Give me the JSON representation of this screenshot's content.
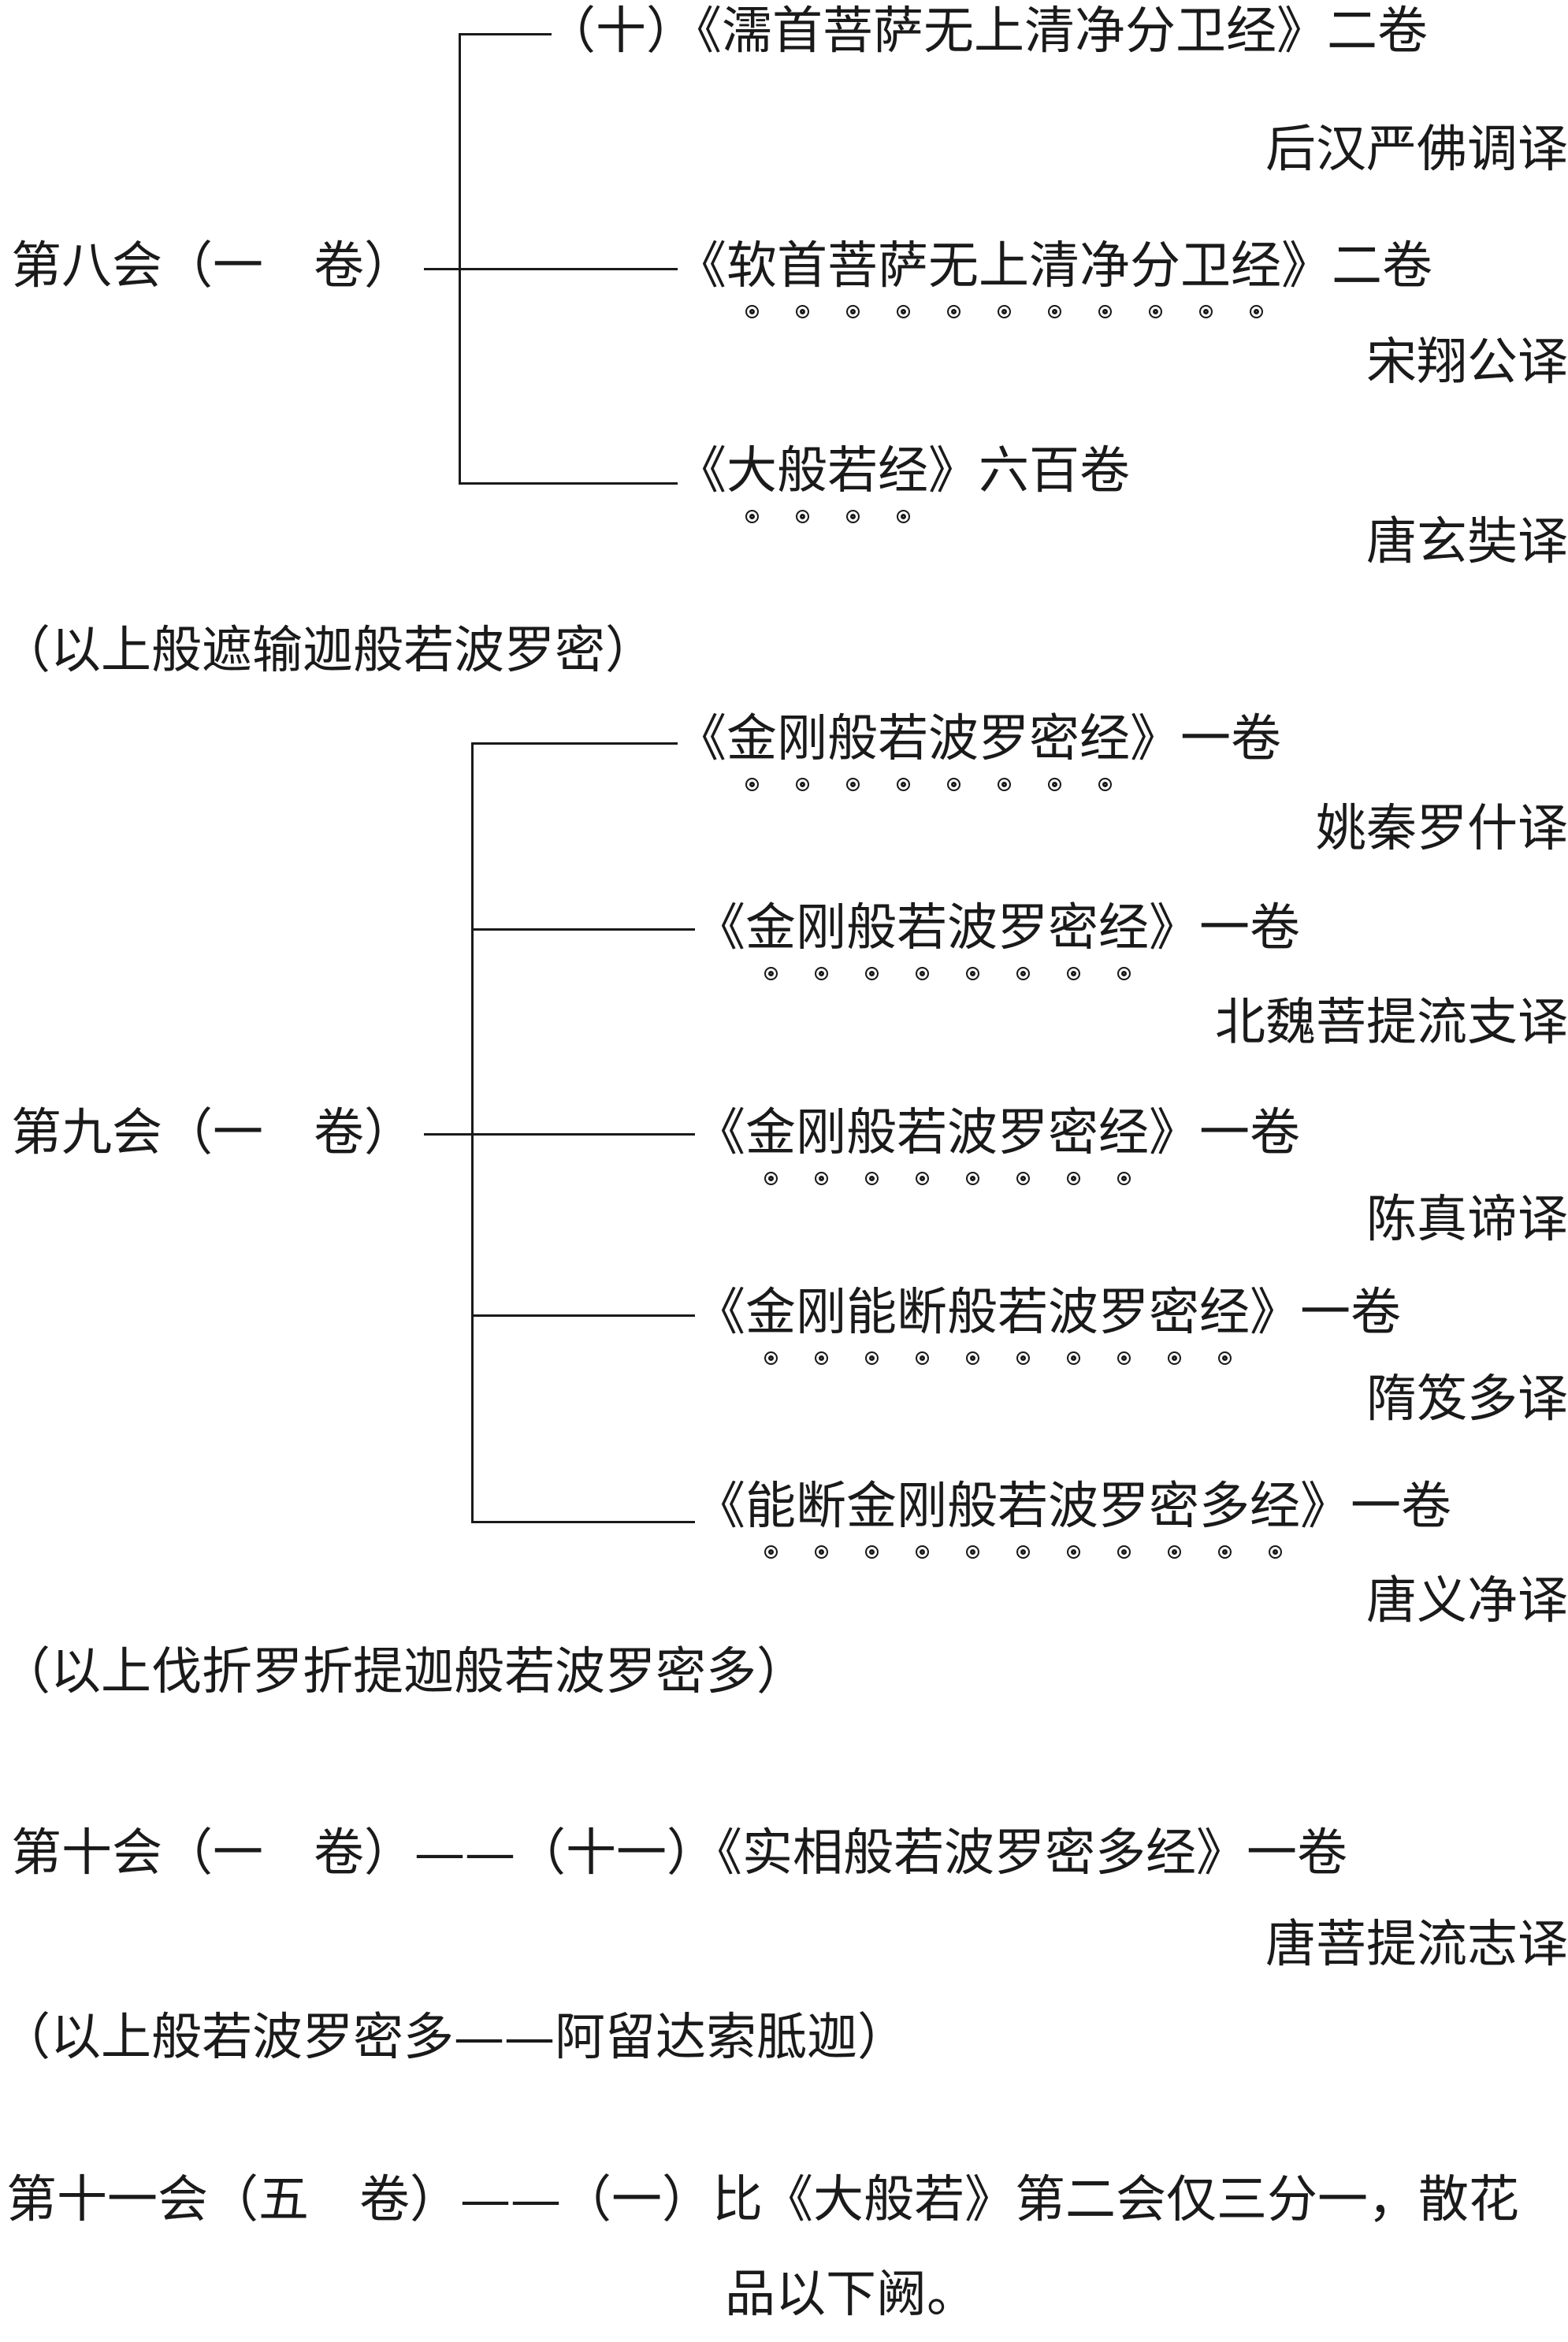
{
  "entries": [
    {
      "id": "s10-title",
      "segments": [
        {
          "t": "（十）《"
        },
        {
          "t": "濡首菩萨无上清净分卫经",
          "marked": false
        },
        {
          "t": "》二卷"
        }
      ]
    },
    {
      "id": "s10-trans",
      "segments": [
        {
          "t": "后汉严佛调译"
        }
      ]
    },
    {
      "id": "s8-head",
      "segments": [
        {
          "t": "第八会（一　卷）"
        }
      ]
    },
    {
      "id": "s8-b-title",
      "segments": [
        {
          "t": "《"
        },
        {
          "t": "软首菩萨无上清净分卫经",
          "marked": true
        },
        {
          "t": "》二卷"
        }
      ]
    },
    {
      "id": "s8-b-trans",
      "segments": [
        {
          "t": "宋翔公译"
        }
      ]
    },
    {
      "id": "s8-c-title",
      "segments": [
        {
          "t": "《"
        },
        {
          "t": "大般若经",
          "marked": true
        },
        {
          "t": "》六百卷"
        }
      ]
    },
    {
      "id": "s8-c-trans",
      "segments": [
        {
          "t": "唐玄奘译"
        }
      ]
    },
    {
      "id": "note-1",
      "segments": [
        {
          "t": "（以上般遮输迦般若波罗密）"
        }
      ]
    },
    {
      "id": "s9-a-title",
      "segments": [
        {
          "t": "《"
        },
        {
          "t": "金刚般若波罗密经",
          "marked": true
        },
        {
          "t": "》一卷"
        }
      ]
    },
    {
      "id": "s9-a-trans",
      "segments": [
        {
          "t": "姚秦罗什译"
        }
      ]
    },
    {
      "id": "s9-b-title",
      "segments": [
        {
          "t": "《"
        },
        {
          "t": "金刚般若波罗密经",
          "marked": true
        },
        {
          "t": "》一卷"
        }
      ]
    },
    {
      "id": "s9-b-trans",
      "segments": [
        {
          "t": "北魏菩提流支译"
        }
      ]
    },
    {
      "id": "s9-head",
      "segments": [
        {
          "t": "第九会（一　卷）"
        }
      ]
    },
    {
      "id": "s9-c-title",
      "segments": [
        {
          "t": "《"
        },
        {
          "t": "金刚般若波罗密经",
          "marked": true
        },
        {
          "t": "》一卷"
        }
      ]
    },
    {
      "id": "s9-c-trans",
      "segments": [
        {
          "t": "陈真谛译"
        }
      ]
    },
    {
      "id": "s9-d-title",
      "segments": [
        {
          "t": "《"
        },
        {
          "t": "金刚能断般若波罗密经",
          "marked": true
        },
        {
          "t": "》一卷"
        }
      ]
    },
    {
      "id": "s9-d-trans",
      "segments": [
        {
          "t": "隋笈多译"
        }
      ]
    },
    {
      "id": "s9-e-title",
      "segments": [
        {
          "t": "《"
        },
        {
          "t": "能断金刚般若波罗密多经",
          "marked": true
        },
        {
          "t": "》一卷"
        }
      ]
    },
    {
      "id": "s9-e-trans",
      "segments": [
        {
          "t": "唐义净译"
        }
      ]
    },
    {
      "id": "note-2",
      "segments": [
        {
          "t": "（以上伐折罗折提迦般若波罗密多）"
        }
      ]
    },
    {
      "id": "s10-line",
      "segments": [
        {
          "t": "第十会（一　卷）——（十一）《"
        },
        {
          "t": "实相般若波罗密多经",
          "marked": false
        },
        {
          "t": "》一卷"
        }
      ]
    },
    {
      "id": "s10-line-trans",
      "segments": [
        {
          "t": "唐菩提流志译"
        }
      ]
    },
    {
      "id": "note-3",
      "segments": [
        {
          "t": "（以上般若波罗密多——阿留达索胝迦）"
        }
      ]
    },
    {
      "id": "s11-line",
      "segments": [
        {
          "t": "第十一会（五　卷）——（一）比《大般若》第二会仅三分一，散花"
        }
      ]
    },
    {
      "id": "s11-line-2",
      "segments": [
        {
          "t": "品以下阙。"
        }
      ]
    }
  ]
}
